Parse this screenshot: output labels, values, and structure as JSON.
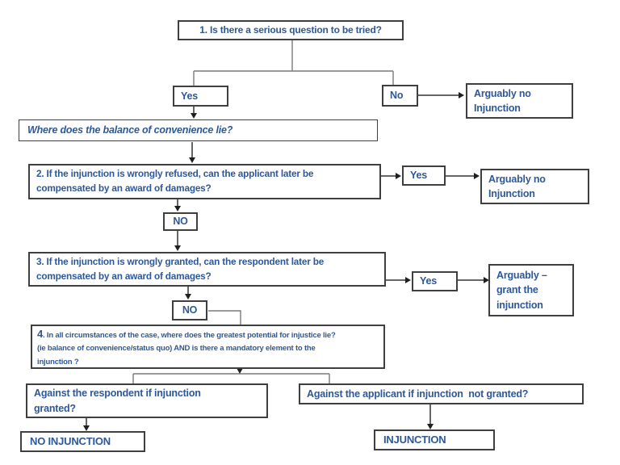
{
  "flowchart": {
    "q1": "1. Is there a serious question to be tried?",
    "q1_yes": "Yes",
    "q1_no": "No",
    "outcome_no_injunction_1": "Arguably no\nInjunction",
    "balance": "Where does the balance of convenience lie?",
    "q2": "2. If the injunction is wrongly refused, can the applicant later be\ncompensated by an award of damages?",
    "q2_yes": "Yes",
    "outcome_no_injunction_2": "Arguably no\nInjunction",
    "q2_no": "NO",
    "q3": "3. If the injunction is wrongly granted, can the respondent later be\ncompensated by an award of damages?",
    "q3_yes": "Yes",
    "outcome_grant": "Arguably –\ngrant the\ninjunction",
    "q3_no": "NO",
    "q4_num": "4",
    "q4_text": ". In all circumstances of the case, where does the greatest potential for injustice lie?\n(ie balance of convenience/status quo) AND is there a mandatory element to the\ninjunction ?",
    "branch_respondent": "Against the respondent if injunction\ngranted?",
    "branch_applicant": "Against the applicant if injunction  not granted?",
    "final_no_injunction": "NO INJUNCTION",
    "final_injunction": "INJUNCTION"
  },
  "colors": {
    "text_blue": "#2D5899",
    "box_border": "#3F3F3F",
    "connector_gray": "#7A7A7A",
    "arrow_dark": "#333333"
  }
}
